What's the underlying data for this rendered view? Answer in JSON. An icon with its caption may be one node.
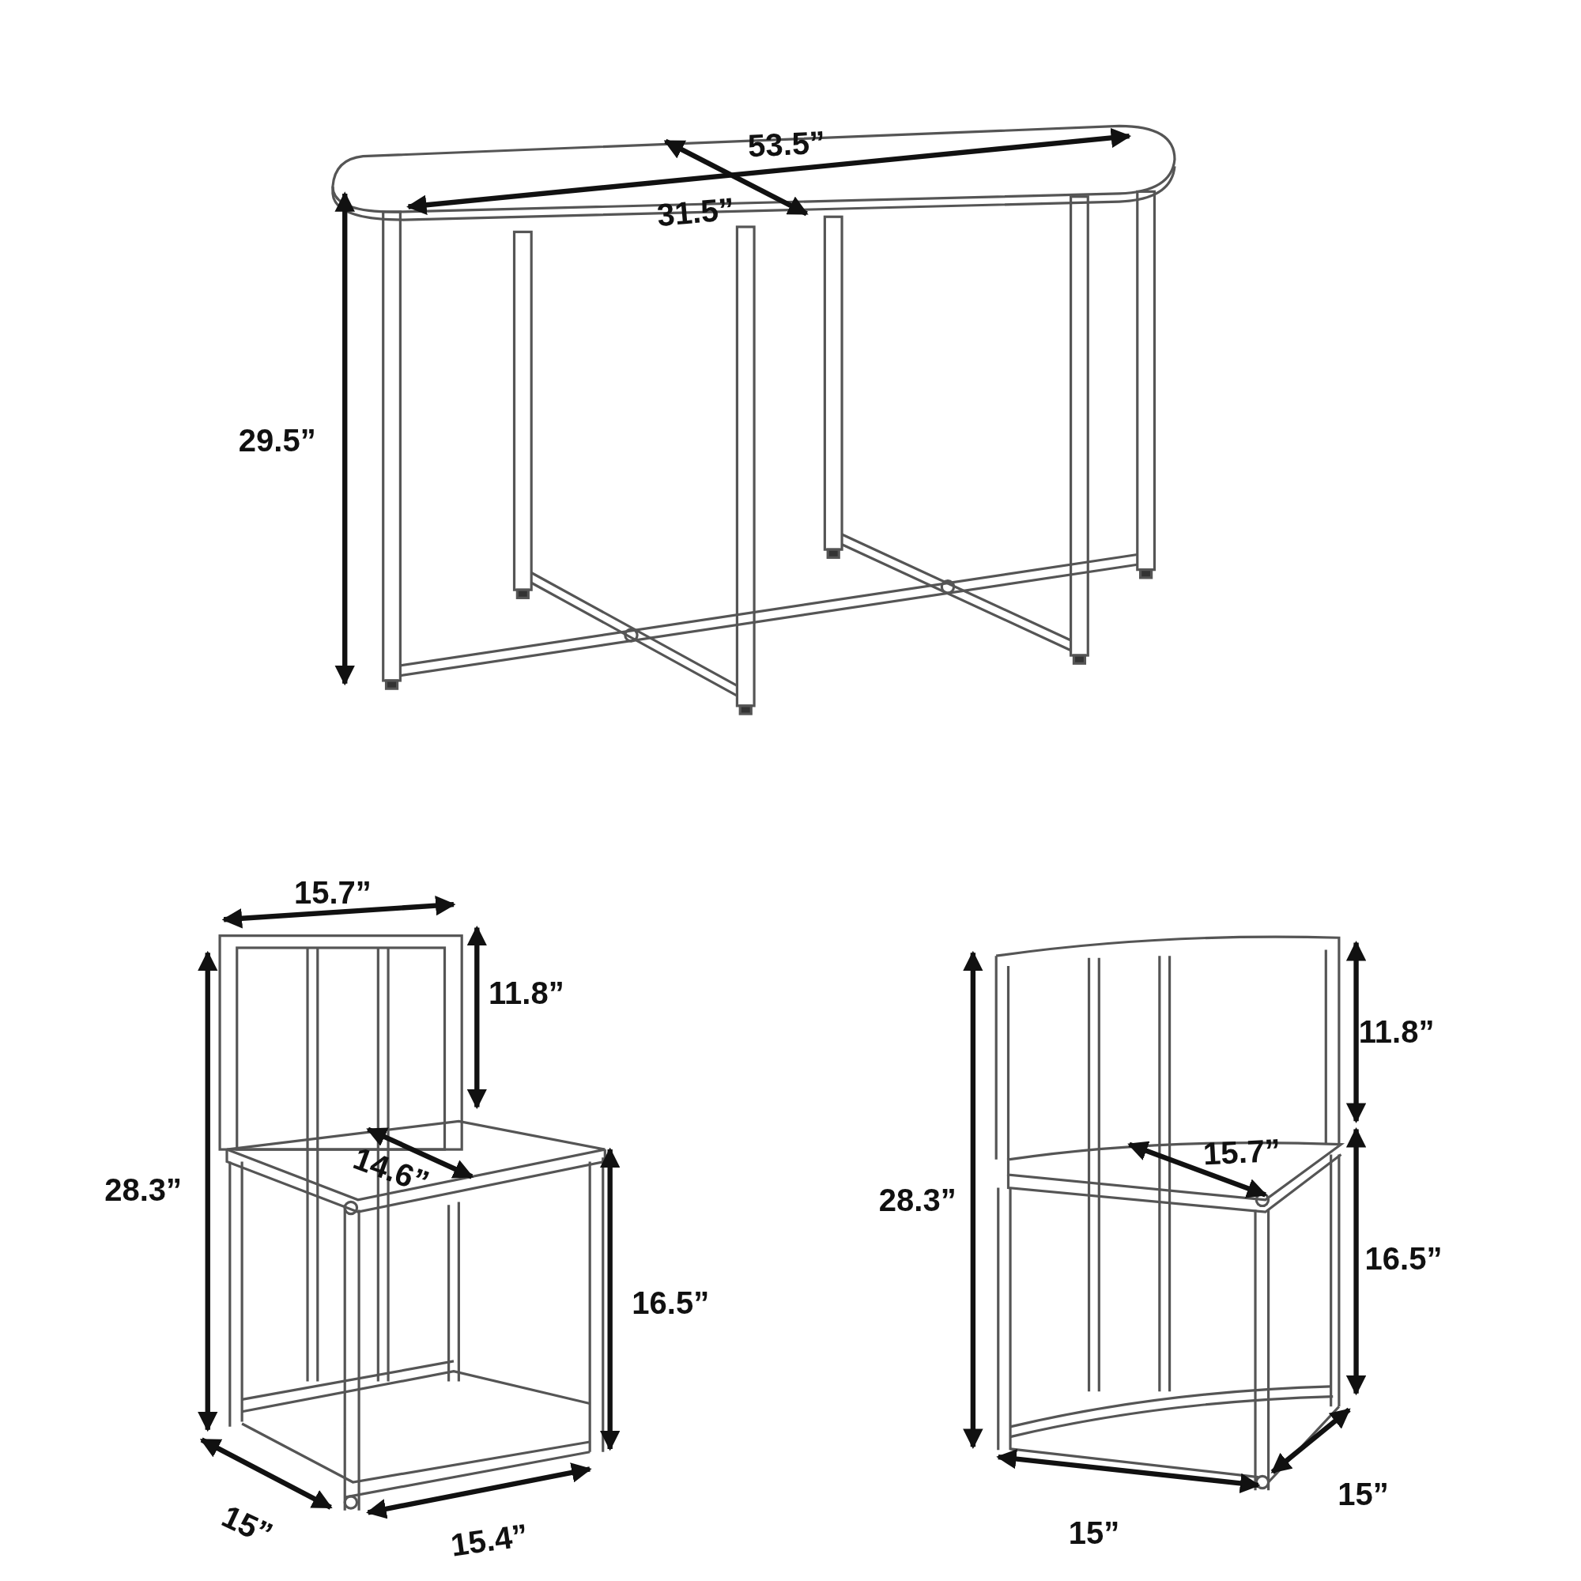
{
  "diagram": {
    "labels": [
      "53.5”",
      "31.5”",
      "29.5”",
      "15.7”",
      "11.8”",
      "11.8”",
      "15.7”",
      "14.6”",
      "28.3”",
      "28.3”",
      "16.5”",
      "16.5”",
      "15”",
      "15.4”",
      "15”",
      "15”"
    ]
  }
}
